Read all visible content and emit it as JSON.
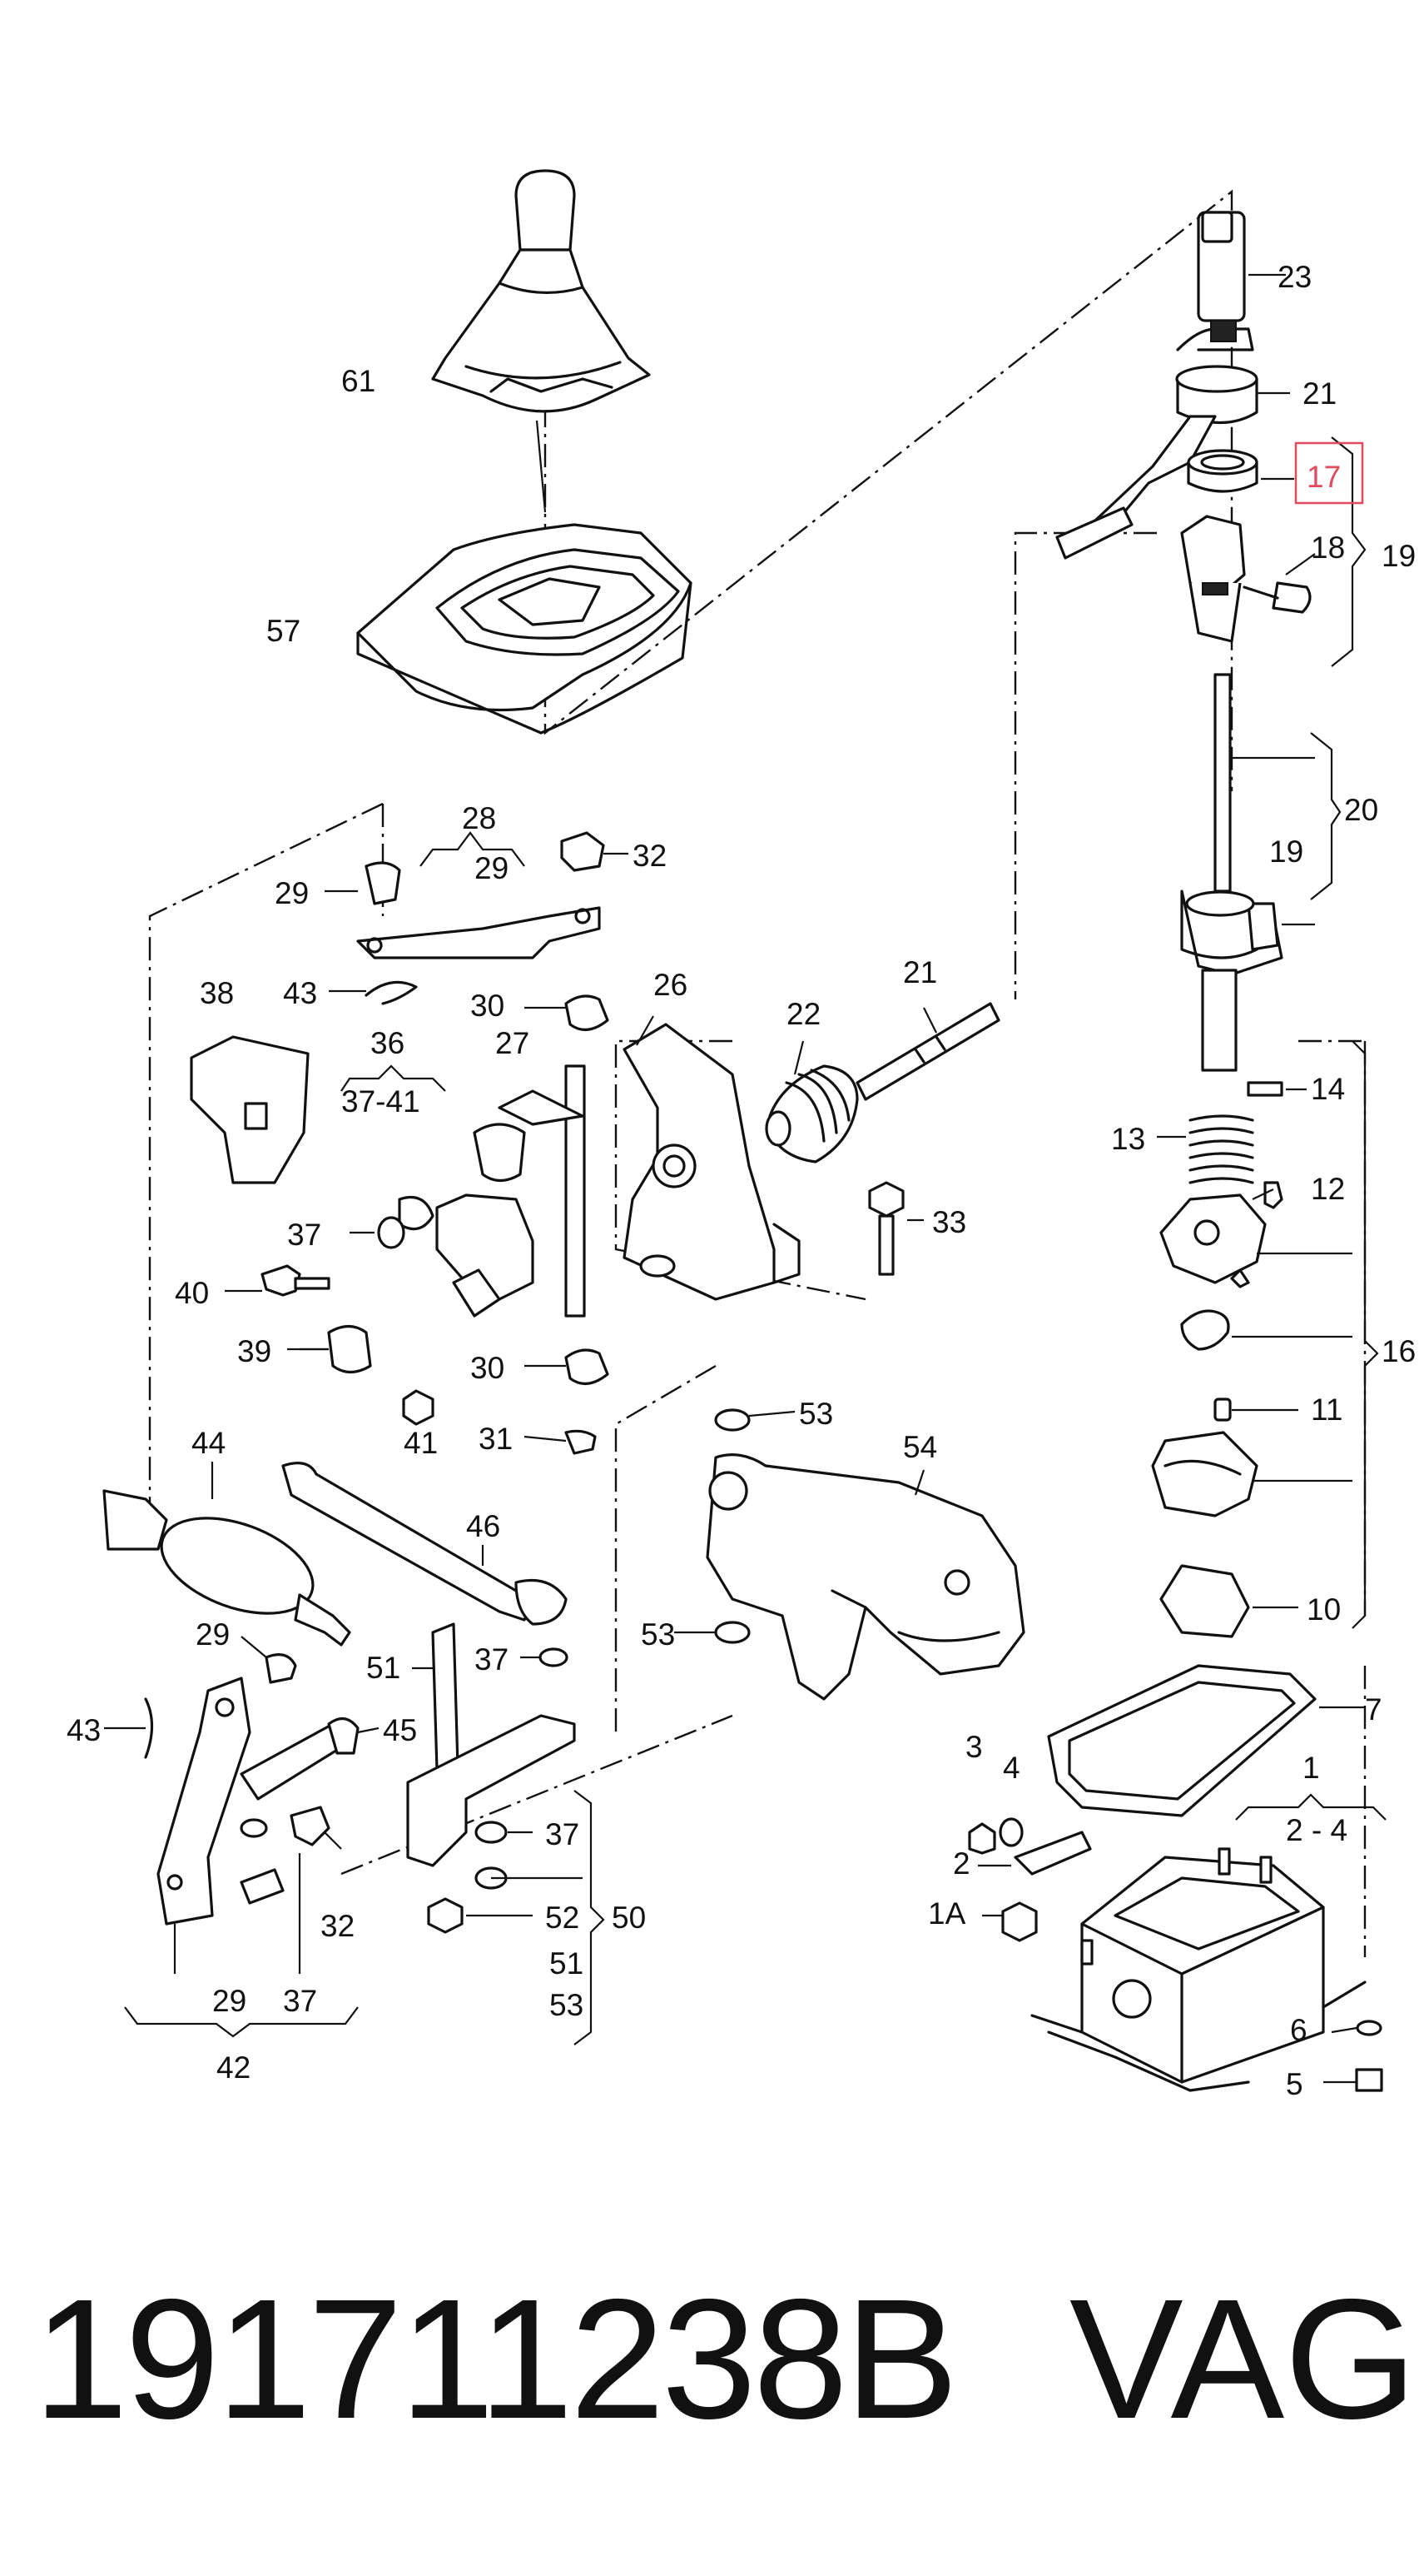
{
  "caption": {
    "part_number": "191711238B",
    "brand": "VAG"
  },
  "highlight": {
    "label": "17",
    "color": "#e04a5f"
  },
  "callouts": {
    "c61": "61",
    "c57": "57",
    "c23": "23",
    "c21a": "21",
    "c17": "17",
    "c18": "18",
    "c19a": "19",
    "c20": "20",
    "c19b": "19",
    "c14": "14",
    "c13": "13",
    "c12": "12",
    "c16": "16",
    "c11": "11",
    "c10": "10",
    "c7": "7",
    "c1": "1",
    "c2_4": "2 - 4",
    "c3": "3",
    "c4": "4",
    "c2": "2",
    "c1a": "1A",
    "c6": "6",
    "c5": "5",
    "c28": "28",
    "c29a": "29",
    "c29b": "29",
    "c32a": "32",
    "c38": "38",
    "c43a": "43",
    "c30a": "30",
    "c26": "26",
    "c21b": "21",
    "c22": "22",
    "c36": "36",
    "c37_41": "37-41",
    "c27": "27",
    "c37a": "37",
    "c33": "33",
    "c40": "40",
    "c39": "39",
    "c41": "41",
    "c30b": "30",
    "c31": "31",
    "c53a": "53",
    "c54": "54",
    "c44": "44",
    "c46": "46",
    "c29c": "29",
    "c51a": "51",
    "c37b": "37",
    "c53b": "53",
    "c43b": "43",
    "c45": "45",
    "c37c": "37",
    "c32b": "32",
    "c52": "52",
    "c50": "50",
    "c51b": "51",
    "c53c": "53",
    "c29d": "29",
    "c37d": "37",
    "c42": "42"
  }
}
